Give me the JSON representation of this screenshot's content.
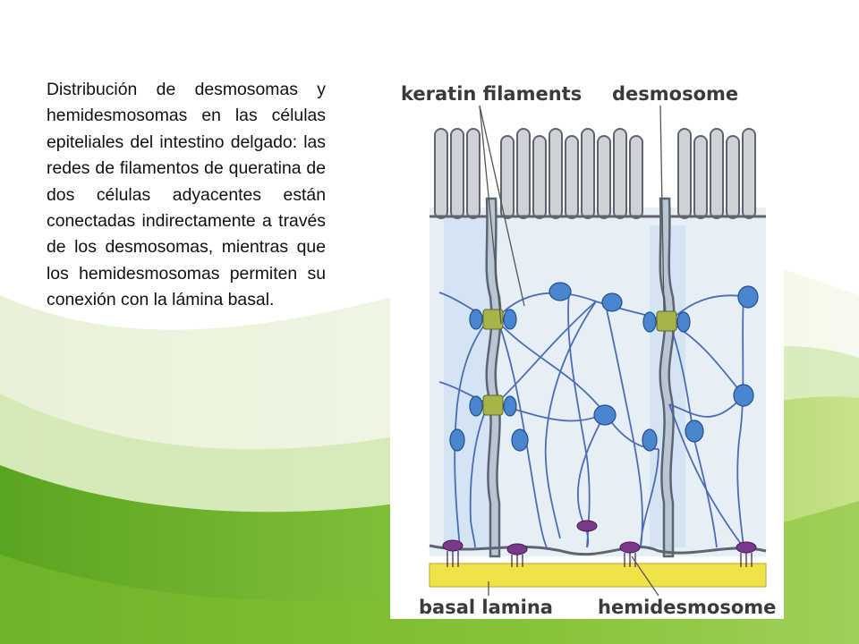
{
  "caption": "Distribución de desmosomas y hemidesmosomas en las células epiteliales del intestino delgado: las redes de filamentos de queratina de dos células adyacentes están conectadas indirectamente a través de los desmosomas, mientras que los hemidesmosomas permiten su conexión con la lámina basal.",
  "figure": {
    "labels": {
      "keratin": "keratin filaments",
      "desmosome": "desmosome",
      "basal_lamina": "basal lamina",
      "hemidesmosome": "hemidesmosome"
    }
  },
  "colors": {
    "background_green": "#8cc63f",
    "cell_outline": "#5d6670",
    "cell_fill": "#d4d8dc",
    "cytoplasm": "#c7dcef",
    "filament": "#3e5fb0",
    "anchor_blue": "#4a86cf",
    "hemidesmosome": "#7a3a8c",
    "desmosome_plaque": "#a6b44a",
    "basal_lamina": "#f2e24a"
  }
}
